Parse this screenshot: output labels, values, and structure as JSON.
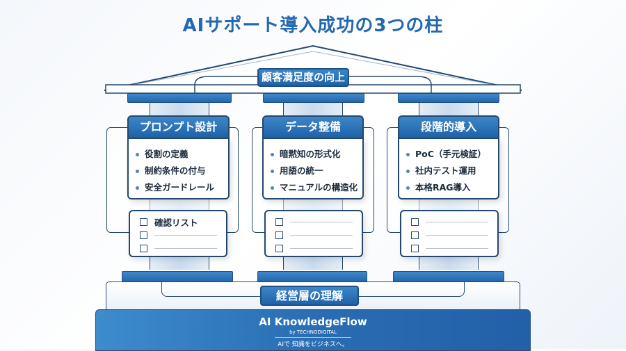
{
  "title": "AIサポート導入成功の3つの柱",
  "roof_label": "顧客満足度の向上",
  "base_label": "経営層の理解",
  "pillars": [
    {
      "title": "プロンプト設計",
      "items": [
        "役割の定義",
        "制約条件の付与",
        "安全ガードレール"
      ],
      "checklist": "確認リスト"
    },
    {
      "title": "データ整備",
      "items": [
        "暗黙知の形式化",
        "用語の統一",
        "マニュアルの構造化"
      ],
      "checklist": ""
    },
    {
      "title": "段階的導入",
      "items": [
        "PoC（手元検証）",
        "社内テスト運用",
        "本格RAG導入"
      ],
      "checklist": ""
    }
  ],
  "footer": {
    "brand": "AI KnowledgeFlow",
    "by": "by TECHNODIGITAL",
    "tagline": "AIで 知識をビジネスへ。"
  },
  "colors": {
    "accent": "#2468b0",
    "outline": "#23486f"
  }
}
